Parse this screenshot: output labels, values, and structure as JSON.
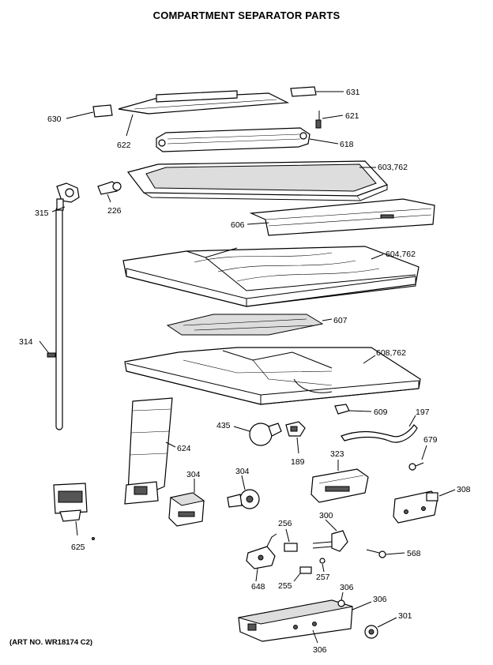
{
  "title": "COMPARTMENT SEPARATOR PARTS",
  "art_number": "(ART NO. WR18174 C2)",
  "callouts": {
    "c631": "631",
    "c630": "630",
    "c621": "621",
    "c622": "622",
    "c618": "618",
    "c603": "603,762",
    "c315": "315",
    "c226": "226",
    "c606": "606",
    "c604": "604,762",
    "c607": "607",
    "c314": "314",
    "c608": "608,762",
    "c609": "609",
    "c197": "197",
    "c435": "435",
    "c189": "189",
    "c679": "679",
    "c624": "624",
    "c323": "323",
    "c304a": "304",
    "c304b": "304",
    "c308": "308",
    "c625": "625",
    "c256": "256",
    "c300": "300",
    "c568": "568",
    "c648": "648",
    "c255": "255",
    "c257": "257",
    "c306a": "306",
    "c306b": "306",
    "c301": "301",
    "c306c": "306"
  }
}
